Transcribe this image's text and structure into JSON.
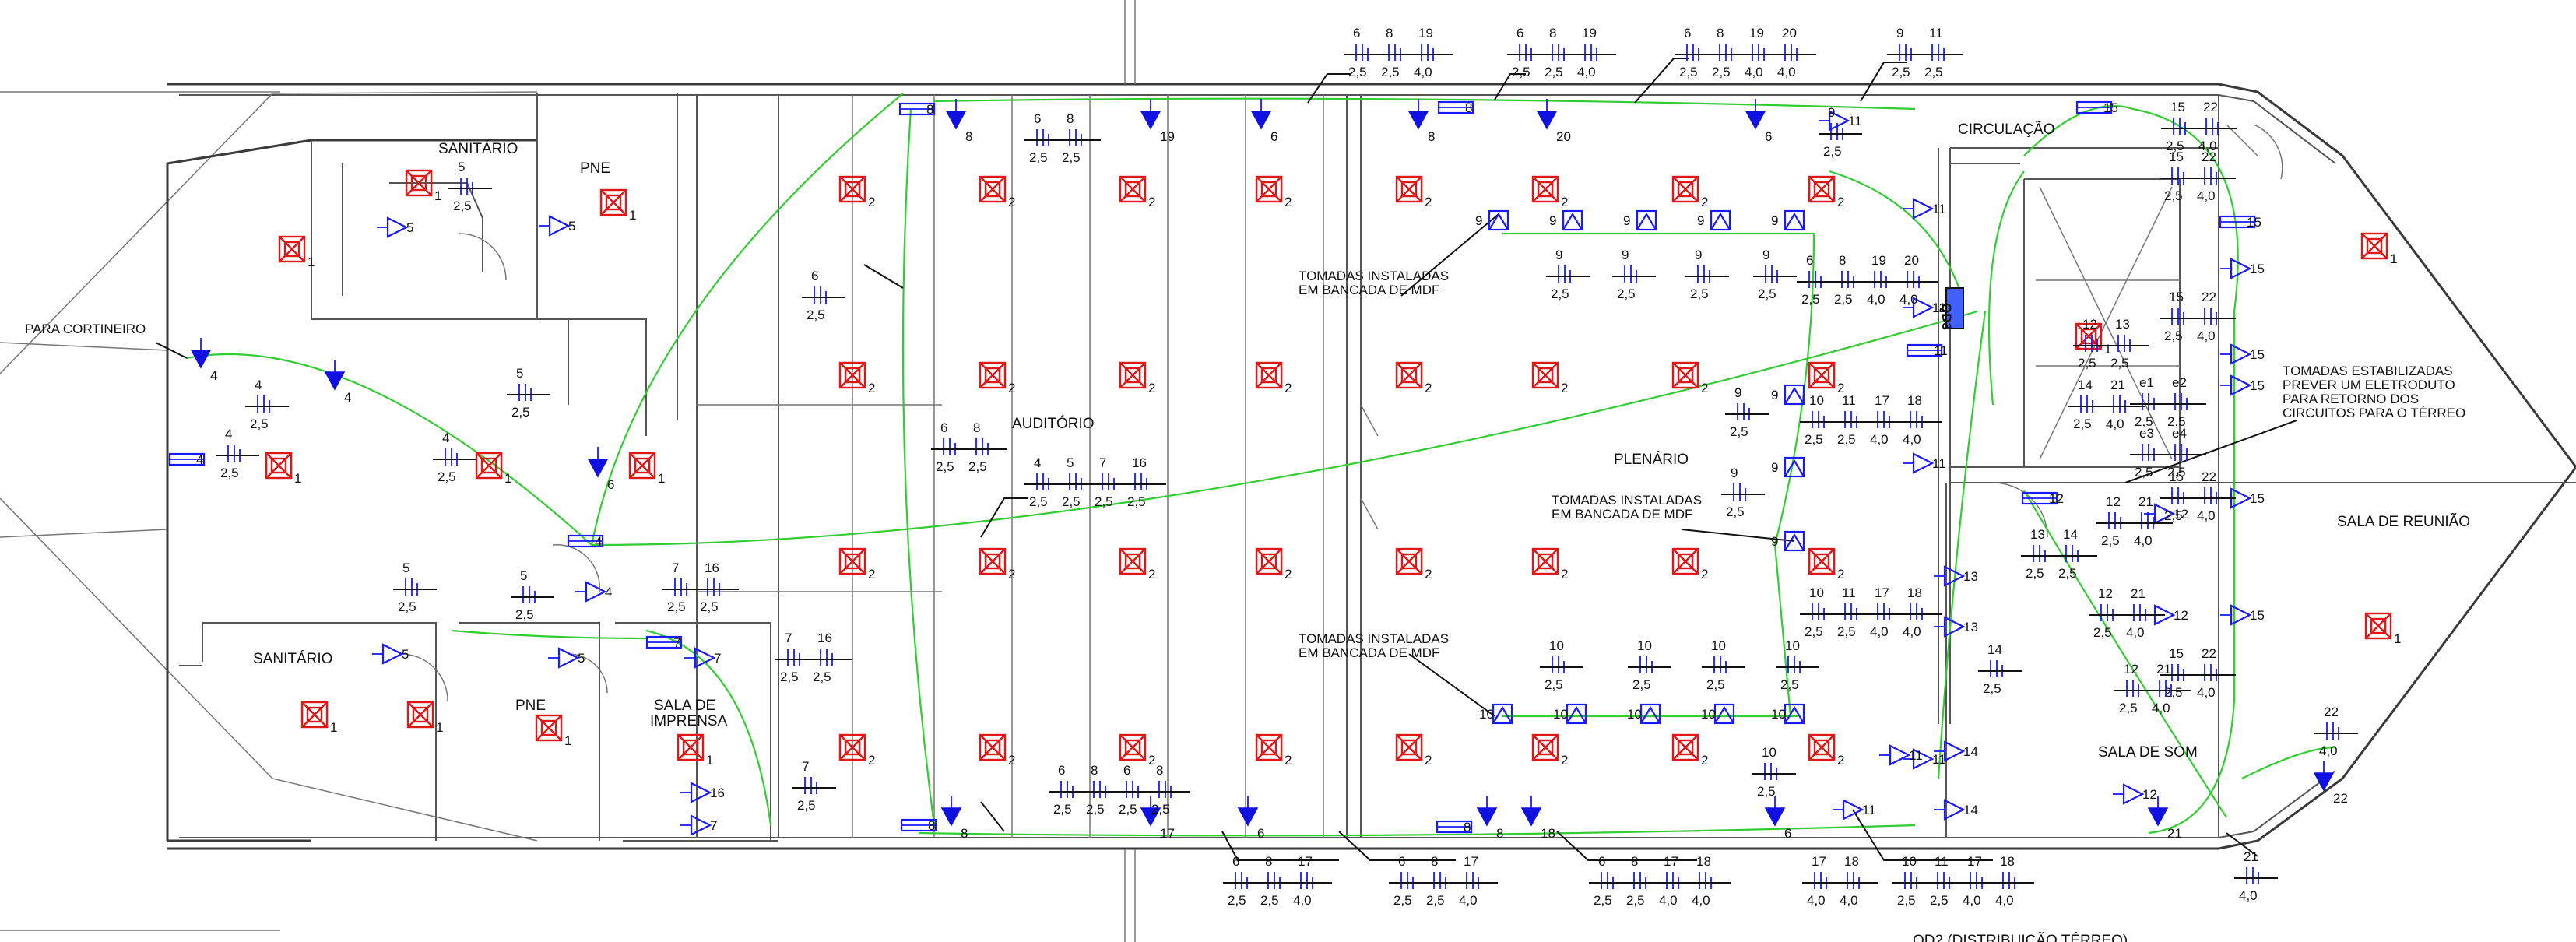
{
  "rooms": {
    "sanitario_top": "SANITÁRIO",
    "pne_top": "PNE",
    "sanitario_bottom": "SANITÁRIO",
    "pne_bottom": "PNE",
    "sala_imprensa_1": "SALA  DE",
    "sala_imprensa_2": "IMPRENSA",
    "auditorio": "AUDITÓRIO",
    "plenario": "PLENÁRIO",
    "circulacao": "CIRCULAÇÃO",
    "sala_reuniao": "SALA  DE  REUNIÃO",
    "sala_som": "SALA  DE  SOM"
  },
  "notes": {
    "cortineiro": "PARA CORTINEIRO",
    "mdf1_a": "TOMADAS INSTALADAS",
    "mdf1_b": "EM BANCADA DE MDF",
    "mdf2_a": "TOMADAS INSTALADAS",
    "mdf2_b": "EM BANCADA DE MDF",
    "mdf3_a": "TOMADAS INSTALADAS",
    "mdf3_b": "EM BANCADA DE MDF",
    "estab_1": "TOMADAS ESTABILIZADAS",
    "estab_2": "PREVER UM ELETRODUTO",
    "estab_3": "PARA RETORNO DOS",
    "estab_4": "CIRCUITOS PARA O TÉRREO",
    "qd3": "QD3",
    "footer": "QD2 (DISTRIBUIÇÃO TÉRREO)"
  },
  "circuit_tags": [
    {
      "n": [
        "6",
        "8",
        "19"
      ],
      "s": [
        "2,5",
        "2,5",
        "4,0"
      ]
    },
    {
      "n": [
        "6",
        "8",
        "19"
      ],
      "s": [
        "2,5",
        "2,5",
        "4,0"
      ]
    },
    {
      "n": [
        "6",
        "8",
        "19",
        "20"
      ],
      "s": [
        "2,5",
        "2,5",
        "4,0",
        "4,0"
      ]
    },
    {
      "n": [
        "9",
        "11"
      ],
      "s": [
        "2,5",
        "2,5"
      ]
    },
    {
      "n": [
        "15",
        "22"
      ],
      "s": [
        "2,5",
        "4,0"
      ]
    },
    {
      "n": [
        "6",
        "8"
      ],
      "s": [
        "2,5",
        "2,5"
      ]
    },
    {
      "n": [
        "5"
      ],
      "s": [
        "2,5"
      ]
    },
    {
      "n": [
        "9"
      ],
      "s": [
        "2,5"
      ]
    },
    {
      "n": [
        "15",
        "22"
      ],
      "s": [
        "2,5",
        "4,0"
      ]
    },
    {
      "n": [
        "6"
      ],
      "s": [
        "2,5"
      ]
    },
    {
      "n": [
        "6",
        "8",
        "19",
        "20"
      ],
      "s": [
        "2,5",
        "2,5",
        "4,0",
        "4,0"
      ]
    },
    {
      "n": [
        "9"
      ],
      "s": [
        "2,5"
      ]
    },
    {
      "n": [
        "9"
      ],
      "s": [
        "2,5"
      ]
    },
    {
      "n": [
        "9"
      ],
      "s": [
        "2,5"
      ]
    },
    {
      "n": [
        "9"
      ],
      "s": [
        "2,5"
      ]
    },
    {
      "n": [
        "15",
        "22"
      ],
      "s": [
        "2,5",
        "4,0"
      ]
    },
    {
      "n": [
        "12",
        "13"
      ],
      "s": [
        "2,5",
        "2,5"
      ]
    },
    {
      "n": [
        "14",
        "21"
      ],
      "s": [
        "2,5",
        "4,0"
      ]
    },
    {
      "n": [
        "4"
      ],
      "s": [
        "2,5"
      ]
    },
    {
      "n": [
        "5"
      ],
      "s": [
        "2,5"
      ]
    },
    {
      "n": [
        "4"
      ],
      "s": [
        "2,5"
      ]
    },
    {
      "n": [
        "4"
      ],
      "s": [
        "2,5"
      ]
    },
    {
      "n": [
        "6",
        "8"
      ],
      "s": [
        "2,5",
        "2,5"
      ]
    },
    {
      "n": [
        "4",
        "5",
        "7",
        "16"
      ],
      "s": [
        "2,5",
        "2,5",
        "2,5",
        "2,5"
      ]
    },
    {
      "n": [
        "9"
      ],
      "s": [
        "2,5"
      ]
    },
    {
      "n": [
        "10",
        "11",
        "17",
        "18"
      ],
      "s": [
        "2,5",
        "2,5",
        "4,0",
        "4,0"
      ]
    },
    {
      "n": [
        "15",
        "22"
      ],
      "s": [
        "2,5",
        "4,0"
      ]
    },
    {
      "n": [
        "9"
      ],
      "s": [
        "2,5"
      ]
    },
    {
      "n": [
        "12",
        "21"
      ],
      "s": [
        "2,5",
        "4,0"
      ]
    },
    {
      "n": [
        "13",
        "14"
      ],
      "s": [
        "2,5",
        "2,5"
      ]
    },
    {
      "n": [
        "5"
      ],
      "s": [
        "2,5"
      ]
    },
    {
      "n": [
        "5"
      ],
      "s": [
        "2,5"
      ]
    },
    {
      "n": [
        "7",
        "16"
      ],
      "s": [
        "2,5",
        "2,5"
      ]
    },
    {
      "n": [
        "10",
        "11",
        "17",
        "18"
      ],
      "s": [
        "2,5",
        "2,5",
        "4,0",
        "4,0"
      ]
    },
    {
      "n": [
        "12",
        "21"
      ],
      "s": [
        "2,5",
        "4,0"
      ]
    },
    {
      "n": [
        "7",
        "16"
      ],
      "s": [
        "2,5",
        "2,5"
      ]
    },
    {
      "n": [
        "10"
      ],
      "s": [
        "2,5"
      ]
    },
    {
      "n": [
        "10"
      ],
      "s": [
        "2,5"
      ]
    },
    {
      "n": [
        "10"
      ],
      "s": [
        "2,5"
      ]
    },
    {
      "n": [
        "10"
      ],
      "s": [
        "2,5"
      ]
    },
    {
      "n": [
        "14"
      ],
      "s": [
        "2,5"
      ]
    },
    {
      "n": [
        "15",
        "22"
      ],
      "s": [
        "2,5",
        "4,0"
      ]
    },
    {
      "n": [
        "12",
        "21"
      ],
      "s": [
        "2,5",
        "4,0"
      ]
    },
    {
      "n": [
        "22"
      ],
      "s": [
        "4,0"
      ]
    },
    {
      "n": [
        "10"
      ],
      "s": [
        "2,5"
      ]
    },
    {
      "n": [
        "7"
      ],
      "s": [
        "2,5"
      ]
    },
    {
      "n": [
        "6",
        "8"
      ],
      "s": [
        "2,5",
        "2,5"
      ]
    },
    {
      "n": [
        "6",
        "8"
      ],
      "s": [
        "2,5",
        "2,5"
      ]
    },
    {
      "n": [
        "6",
        "8",
        "17"
      ],
      "s": [
        "2,5",
        "2,5",
        "4,0"
      ]
    },
    {
      "n": [
        "6",
        "8",
        "17"
      ],
      "s": [
        "2,5",
        "2,5",
        "4,0"
      ]
    },
    {
      "n": [
        "6",
        "8",
        "17",
        "18"
      ],
      "s": [
        "2,5",
        "2,5",
        "4,0",
        "4,0"
      ]
    },
    {
      "n": [
        "17",
        "18"
      ],
      "s": [
        "4,0",
        "4,0"
      ]
    },
    {
      "n": [
        "10",
        "11",
        "17",
        "18"
      ],
      "s": [
        "2,5",
        "2,5",
        "4,0",
        "4,0"
      ]
    },
    {
      "n": [
        "21"
      ],
      "s": [
        "4,0"
      ]
    },
    {
      "n": [
        "e1",
        "e2"
      ],
      "s": [
        "2,5",
        "2,5"
      ]
    },
    {
      "n": [
        "e3",
        "e4"
      ],
      "s": [
        "2,5",
        "2,5"
      ]
    }
  ],
  "luminaires": [
    {
      "l": "1"
    },
    {
      "l": "1"
    },
    {
      "l": "1"
    },
    {
      "l": "1"
    },
    {
      "l": "1"
    },
    {
      "l": "1"
    },
    {
      "l": "1"
    },
    {
      "l": "1"
    },
    {
      "l": "1"
    },
    {
      "l": "1"
    },
    {
      "l": "1"
    },
    {
      "l": "1"
    },
    {
      "l": "1"
    },
    {
      "l": "2"
    },
    {
      "l": "2"
    },
    {
      "l": "2"
    },
    {
      "l": "2"
    },
    {
      "l": "2"
    },
    {
      "l": "2"
    },
    {
      "l": "2"
    },
    {
      "l": "2"
    },
    {
      "l": "2"
    },
    {
      "l": "2"
    },
    {
      "l": "2"
    },
    {
      "l": "2"
    },
    {
      "l": "2"
    },
    {
      "l": "2"
    },
    {
      "l": "2"
    },
    {
      "l": "2"
    },
    {
      "l": "2"
    },
    {
      "l": "2"
    },
    {
      "l": "2"
    },
    {
      "l": "2"
    },
    {
      "l": "2"
    },
    {
      "l": "2"
    },
    {
      "l": "2"
    },
    {
      "l": "2"
    },
    {
      "l": "2"
    },
    {
      "l": "2"
    },
    {
      "l": "2"
    },
    {
      "l": "2"
    },
    {
      "l": "2"
    },
    {
      "l": "2"
    },
    {
      "l": "2"
    },
    {
      "l": "2"
    },
    {
      "l": "2"
    },
    {
      "l": "2"
    },
    {
      "l": "2"
    },
    {
      "l": "2"
    },
    {
      "l": "2"
    },
    {
      "l": "2"
    },
    {
      "l": "2"
    },
    {
      "l": "2"
    },
    {
      "l": "2"
    },
    {
      "l": "2"
    },
    {
      "l": "2"
    },
    {
      "l": "2"
    }
  ],
  "points": [
    {
      "t": "tri",
      "l": "8"
    },
    {
      "t": "tri",
      "l": "19"
    },
    {
      "t": "tri",
      "l": "6"
    },
    {
      "t": "tri",
      "l": "8"
    },
    {
      "t": "tri",
      "l": "20"
    },
    {
      "t": "tri",
      "l": "6"
    },
    {
      "t": "tri",
      "l": "4"
    },
    {
      "t": "tri",
      "l": "6"
    },
    {
      "t": "tri",
      "l": "8"
    },
    {
      "t": "tri",
      "l": "17"
    },
    {
      "t": "tri",
      "l": "6"
    },
    {
      "t": "tri",
      "l": "8"
    },
    {
      "t": "tri",
      "l": "18"
    },
    {
      "t": "tri",
      "l": "6"
    },
    {
      "t": "tri",
      "l": "21"
    },
    {
      "t": "tri",
      "l": "22"
    },
    {
      "t": "tri",
      "l": "4"
    },
    {
      "t": "otri",
      "l": "5"
    },
    {
      "t": "otri",
      "l": "5"
    },
    {
      "t": "otri",
      "l": "4"
    },
    {
      "t": "otri",
      "l": "5"
    },
    {
      "t": "otri",
      "l": "5"
    },
    {
      "t": "otri",
      "l": "7"
    },
    {
      "t": "otri",
      "l": "11"
    },
    {
      "t": "otri",
      "l": "11"
    },
    {
      "t": "otri",
      "l": "11"
    },
    {
      "t": "otri",
      "l": "11"
    },
    {
      "t": "otri",
      "l": "11"
    },
    {
      "t": "otri",
      "l": "15"
    },
    {
      "t": "otri",
      "l": "15"
    },
    {
      "t": "otri",
      "l": "15"
    },
    {
      "t": "otri",
      "l": "12"
    },
    {
      "t": "otri",
      "l": "15"
    },
    {
      "t": "otri",
      "l": "12"
    },
    {
      "t": "otri",
      "l": "15"
    },
    {
      "t": "otri",
      "l": "12"
    },
    {
      "t": "otri",
      "l": "11"
    },
    {
      "t": "otri",
      "l": "11"
    },
    {
      "t": "otri",
      "l": "13"
    },
    {
      "t": "otri",
      "l": "13"
    },
    {
      "t": "otri",
      "l": "14"
    },
    {
      "t": "otri",
      "l": "14"
    },
    {
      "t": "otri",
      "l": "16"
    },
    {
      "t": "otri",
      "l": "7"
    },
    {
      "t": "sq",
      "l": "9"
    },
    {
      "t": "sq",
      "l": "9"
    },
    {
      "t": "sq",
      "l": "9"
    },
    {
      "t": "sq",
      "l": "9"
    },
    {
      "t": "sq",
      "l": "9"
    },
    {
      "t": "sq",
      "l": "9"
    },
    {
      "t": "sq",
      "l": "9"
    },
    {
      "t": "sq",
      "l": "9"
    },
    {
      "t": "sq",
      "l": "10"
    },
    {
      "t": "sq",
      "l": "10"
    },
    {
      "t": "sq",
      "l": "10"
    },
    {
      "t": "sq",
      "l": "10"
    },
    {
      "t": "sq",
      "l": "10"
    },
    {
      "t": "fix",
      "l": "8"
    },
    {
      "t": "fix",
      "l": "8"
    },
    {
      "t": "fix",
      "l": "4"
    },
    {
      "t": "fix",
      "l": "4"
    },
    {
      "t": "fix",
      "l": "7"
    },
    {
      "t": "fix",
      "l": "8"
    },
    {
      "t": "fix",
      "l": "8"
    },
    {
      "t": "fix",
      "l": "11"
    },
    {
      "t": "fix",
      "l": "15"
    },
    {
      "t": "fix",
      "l": "15"
    },
    {
      "t": "fix",
      "l": "12"
    }
  ],
  "colors": {
    "wall": "#3a3a3a",
    "circuit": "#33cc33",
    "device": "#1a1aff",
    "luminaire": "#e01818"
  }
}
